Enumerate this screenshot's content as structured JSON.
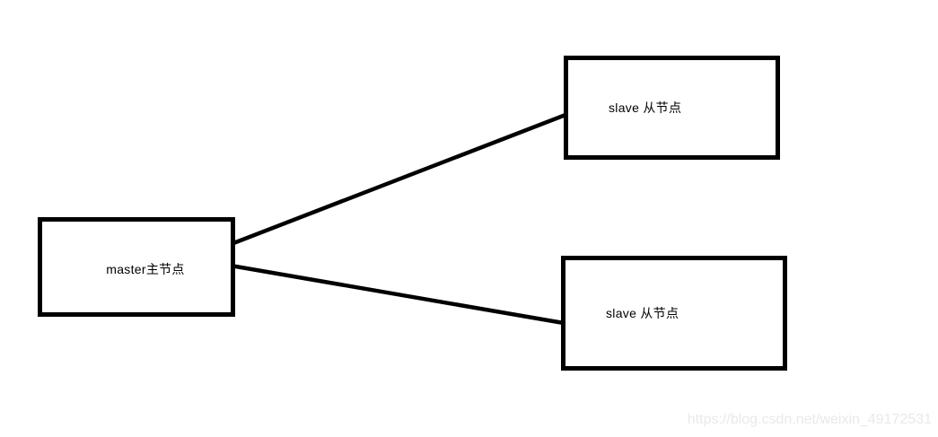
{
  "diagram": {
    "nodes": {
      "master": {
        "label": "master主节点"
      },
      "slave_top": {
        "label": "slave 从节点"
      },
      "slave_bottom": {
        "label": "slave 从节点"
      }
    },
    "connectors": [
      {
        "from": "master",
        "to": "slave_top"
      },
      {
        "from": "master",
        "to": "slave_bottom"
      }
    ],
    "watermark": "https://blog.csdn.net/weixin_49172531",
    "colors": {
      "background": "#ffffff",
      "node_border": "#000000",
      "connector": "#000000",
      "text": "#000000",
      "watermark": "#e9e9e9"
    }
  }
}
